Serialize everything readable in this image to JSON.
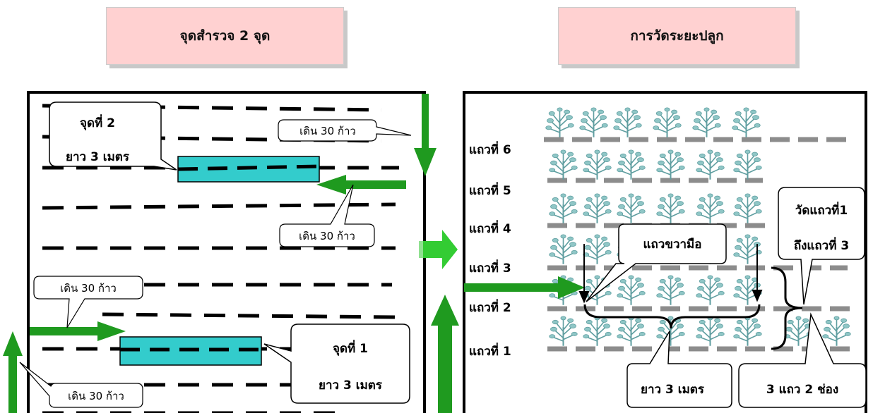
{
  "left_title": "จุดสำรวจ 2 จุด",
  "right_title": "การวัดระยะปลูก",
  "point2": {
    "line1": "จุดที่ 2",
    "line2": "ยาว 3 เมตร"
  },
  "point1": {
    "line1": "จุดที่ 1",
    "line2": "ยาว 3 เมตร"
  },
  "walk_labels": [
    "เดิน 30 ก้าว",
    "เดิน 30 ก้าว",
    "เดิน 30 ก้าว",
    "เดิน 30 ก้าว"
  ],
  "rows": [
    "แถวที่ 6",
    "แถวที่ 5",
    "แถวที่ 4",
    "แถวที่ 3",
    "แถวที่ 2",
    "แถวที่ 1"
  ],
  "right_hand_row": "แถวขวามือ",
  "measure_rows": {
    "line1": "วัดแถวที่1",
    "line2": "ถึงแถวที่ 3"
  },
  "length_label": "ยาว 3 เมตร",
  "gap_label": "3 แถว 2 ช่อง",
  "colors": {
    "title_fill": "#ffd1d1",
    "survey_box": "#33cccc",
    "arrow": "#1f9a1f",
    "dash_row": "#8c8c8c",
    "plant": "#5f9ea0"
  }
}
